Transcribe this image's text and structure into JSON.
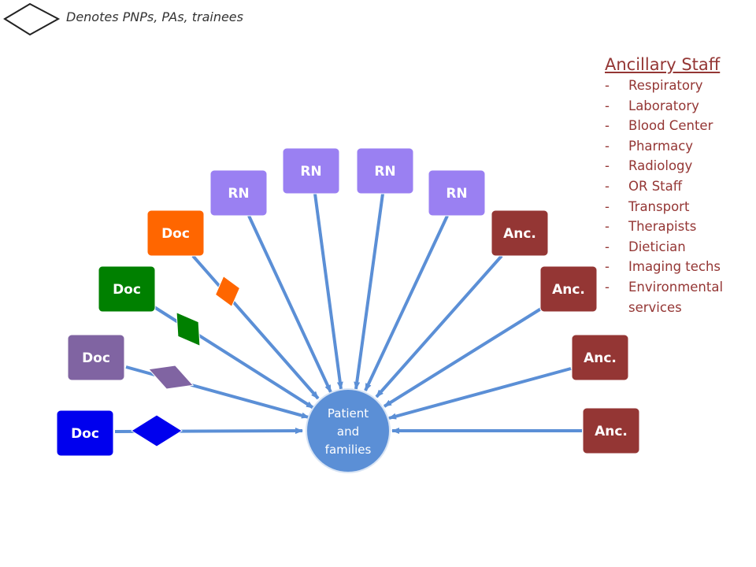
{
  "legend": {
    "text": "Denotes PNPs, PAs, trainees"
  },
  "center": {
    "lines": [
      "Patient",
      "and",
      "families"
    ],
    "color": "#5b8fd6"
  },
  "arrow_color": "#5b8fd6",
  "nodes": [
    {
      "id": "doc-blue",
      "label": "Doc",
      "color": "#0000ee",
      "diamond_color": "#0000ee"
    },
    {
      "id": "doc-purple",
      "label": "Doc",
      "color": "#8064a2",
      "diamond_color": "#8064a2"
    },
    {
      "id": "doc-green",
      "label": "Doc",
      "color": "#008000",
      "diamond_color": "#008000"
    },
    {
      "id": "doc-orange",
      "label": "Doc",
      "color": "#ff6600",
      "diamond_color": "#ff6600"
    },
    {
      "id": "rn-1",
      "label": "RN",
      "color": "#9a80f2"
    },
    {
      "id": "rn-2",
      "label": "RN",
      "color": "#9a80f2"
    },
    {
      "id": "rn-3",
      "label": "RN",
      "color": "#9a80f2"
    },
    {
      "id": "rn-4",
      "label": "RN",
      "color": "#9a80f2"
    },
    {
      "id": "anc-1",
      "label": "Anc.",
      "color": "#943634"
    },
    {
      "id": "anc-2",
      "label": "Anc.",
      "color": "#943634"
    },
    {
      "id": "anc-3",
      "label": "Anc.",
      "color": "#943634"
    },
    {
      "id": "anc-4",
      "label": "Anc.",
      "color": "#943634"
    }
  ],
  "ancillary": {
    "title": "Ancillary Staff",
    "color": "#943634",
    "items": [
      "Respiratory",
      "Laboratory",
      "Blood Center",
      "Pharmacy",
      "Radiology",
      "OR Staff",
      "Transport",
      "Therapists",
      "Dietician",
      "Imaging techs",
      "Environmental services"
    ]
  }
}
